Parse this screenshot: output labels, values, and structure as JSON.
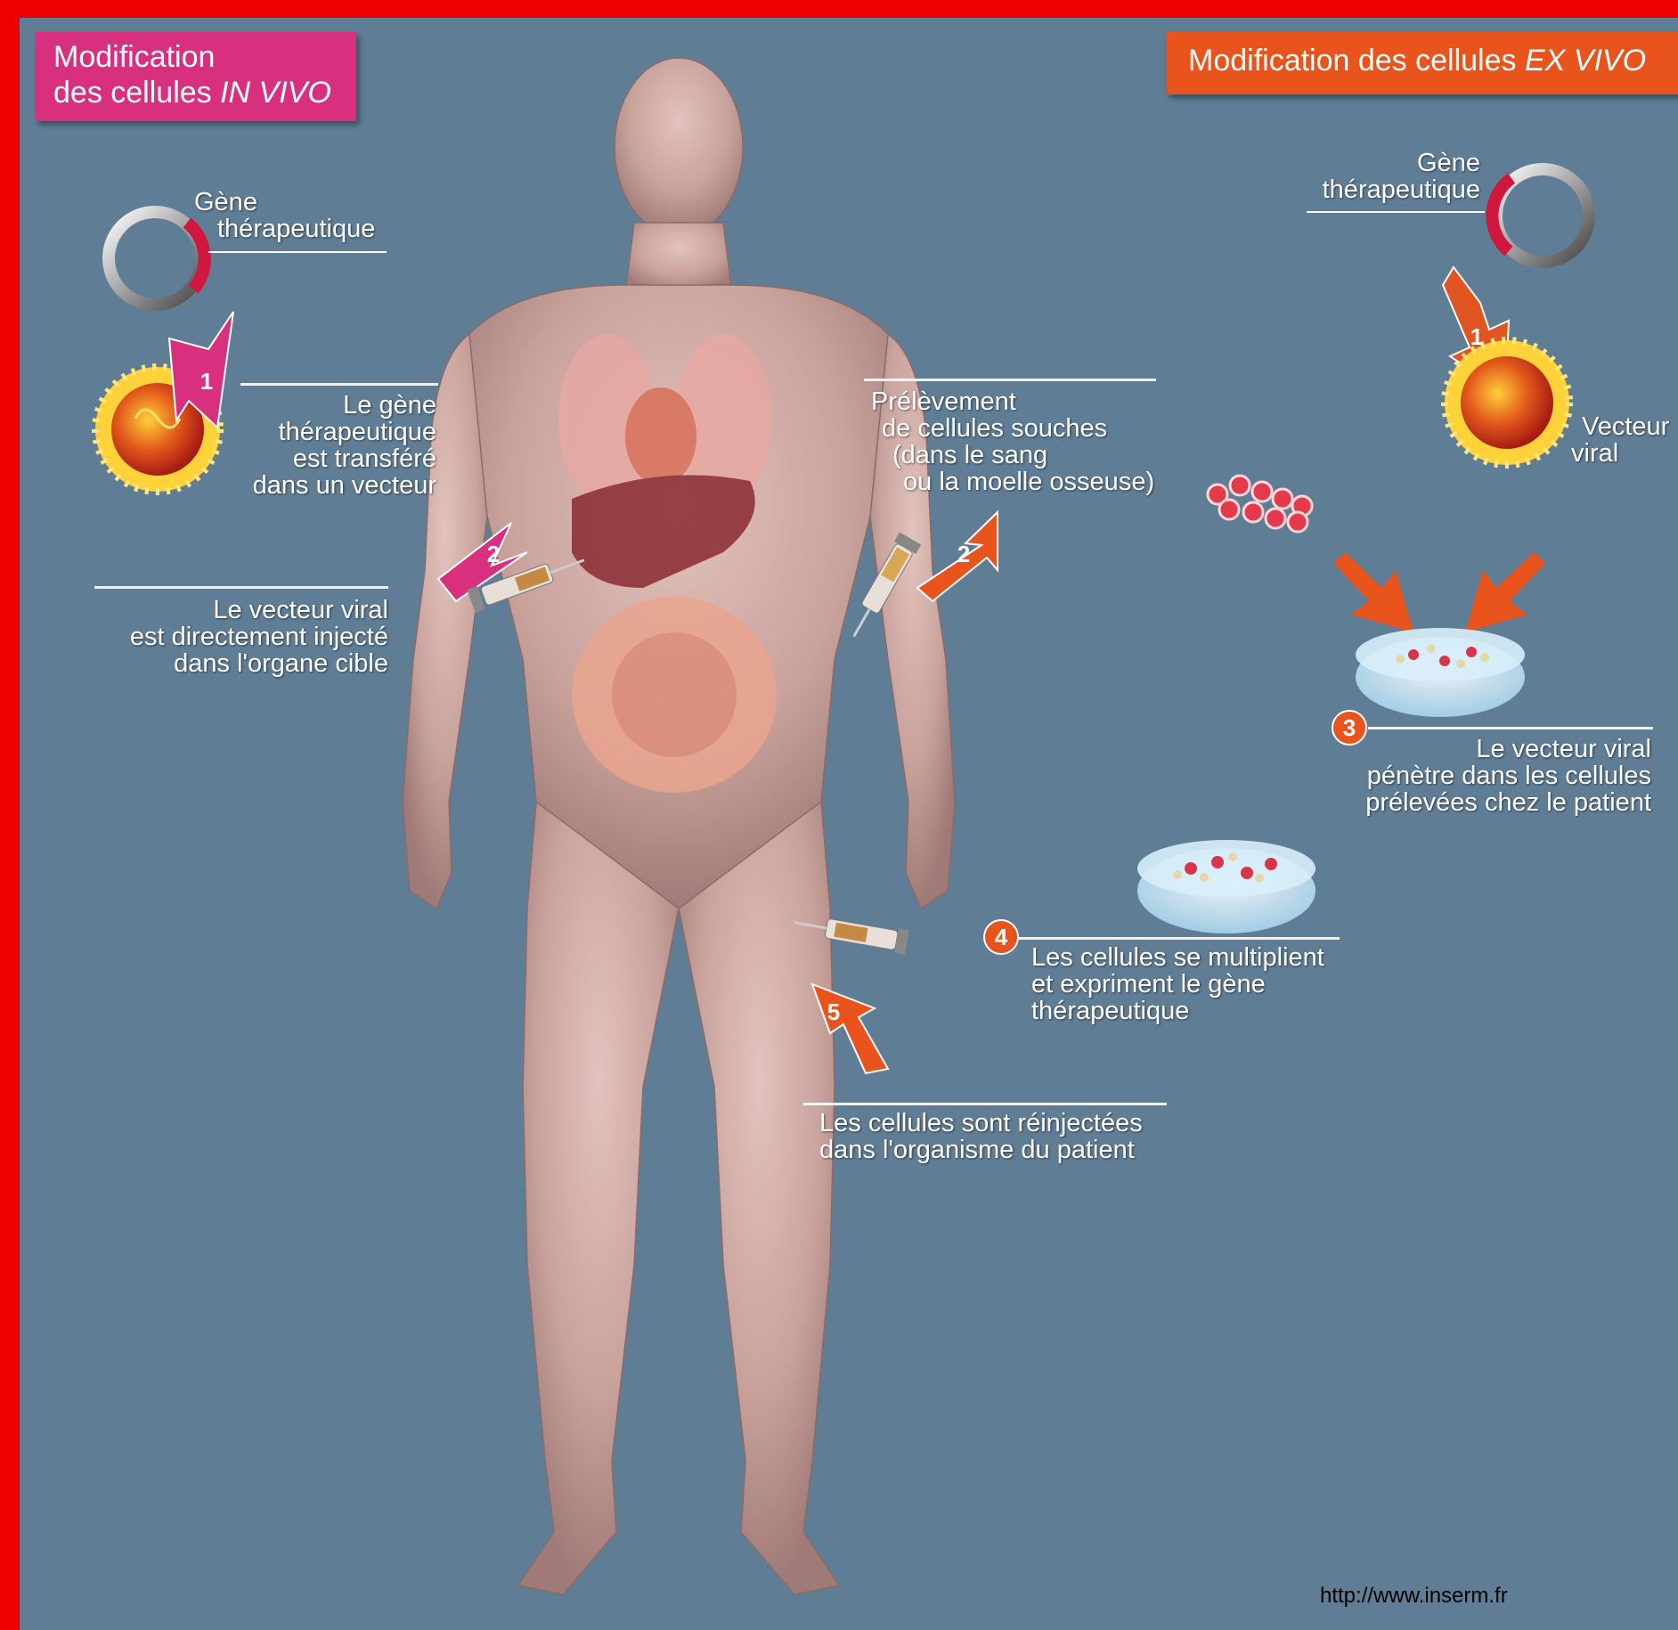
{
  "headers": {
    "in_vivo_line1": "Modification",
    "in_vivo_line2_prefix": "des cellules ",
    "in_vivo_line2_italic": "IN VIVO",
    "ex_vivo_prefix": "Modification des cellules ",
    "ex_vivo_italic": "EX VIVO"
  },
  "in_vivo": {
    "gene_label": [
      "Gène",
      "thérapeutique"
    ],
    "step1_badge": "1",
    "step1_text": [
      "Le gène",
      "thérapeutique",
      "est transféré",
      "dans un vecteur"
    ],
    "step2_badge": "2",
    "step2_text": [
      "Le vecteur viral",
      "est directement injecté",
      "dans l'organe cible"
    ]
  },
  "ex_vivo": {
    "gene_label": [
      "Gène",
      "thérapeutique"
    ],
    "step1_badge": "1",
    "vector_label": [
      "Vecteur",
      "viral"
    ],
    "step2_badge": "2",
    "step2_text": [
      "Prélèvement",
      "de cellules souches",
      "(dans le sang",
      "ou la moelle osseuse)"
    ],
    "step3_badge": "3",
    "step3_text": [
      "Le vecteur viral",
      "pénètre dans les cellules",
      "prélevées chez le patient"
    ],
    "step4_badge": "4",
    "step4_text": [
      "Les cellules se multiplient",
      "et expriment le gène",
      "thérapeutique"
    ],
    "step5_badge": "5",
    "step5_text": [
      "Les cellules sont réinjectées",
      "dans l'organisme du patient"
    ]
  },
  "source": "http://www.inserm.fr",
  "colors": {
    "border": "#ee0000",
    "background": "#5f7d95",
    "in_vivo_accent": "#d8307e",
    "ex_vivo_accent": "#e9531c"
  }
}
